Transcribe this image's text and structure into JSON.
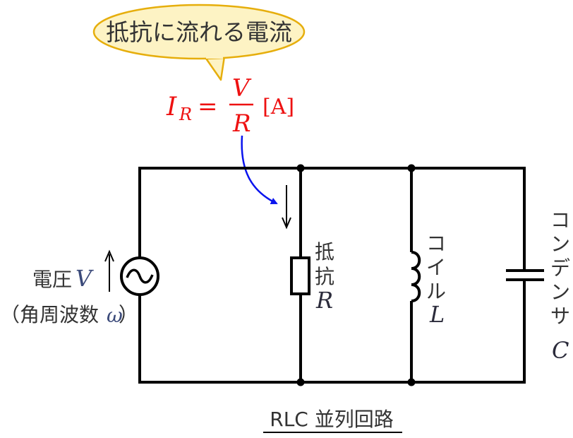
{
  "bubble": {
    "text": "抵抗に流れる電流",
    "fill": "#fdf3c4",
    "stroke": "#e6ae0c"
  },
  "formula": {
    "lhs_symbol": "I",
    "lhs_subscript": "R",
    "equals": "=",
    "numerator": "V",
    "denominator": "R",
    "unit": "[A]",
    "color": "#ee1111"
  },
  "pointer_arrow": {
    "color": "#0a14ee"
  },
  "source": {
    "label": "電圧",
    "symbol": "V",
    "sub_label_open": "（角周波数",
    "sub_symbol": "ω",
    "sub_label_close": "）",
    "symbol_color": "#3b4a7a"
  },
  "resistor": {
    "line1": "抵",
    "line2": "抗",
    "symbol": "R",
    "symbol_color": "#2b2b3b"
  },
  "inductor": {
    "line1": "コ",
    "line2": "イ",
    "line3": "ル",
    "symbol": "L",
    "symbol_color": "#2b2b3b"
  },
  "capacitor": {
    "line1": "コ",
    "line2": "ン",
    "line3": "デ",
    "line4": "ン",
    "line5": "サ",
    "symbol": "C",
    "symbol_color": "#2b2b3b"
  },
  "caption": {
    "text": "RLC 並列回路"
  }
}
